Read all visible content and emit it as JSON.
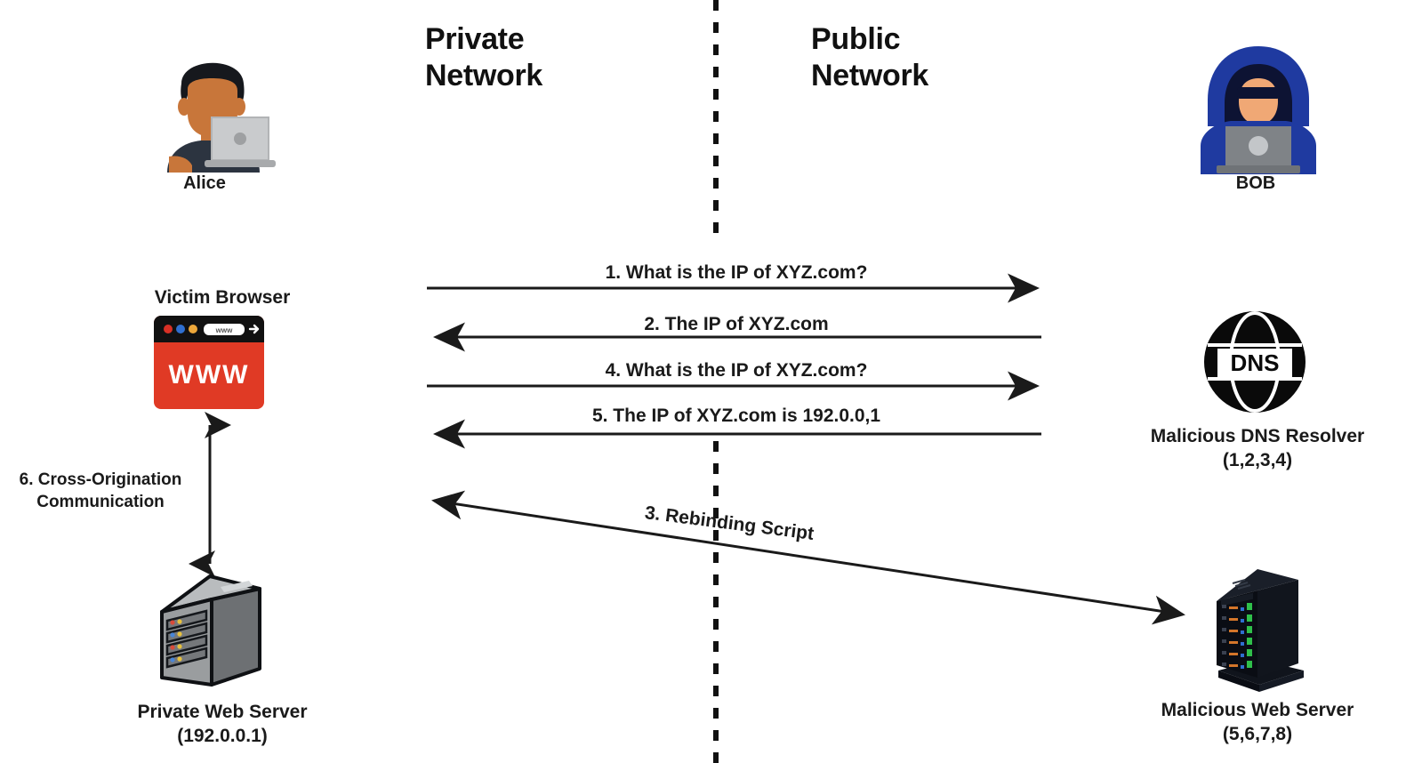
{
  "zones": {
    "private": "Private\nNetwork",
    "public": "Public\nNetwork"
  },
  "entities": {
    "alice": {
      "label": "Alice",
      "icon": "person-with-laptop-icon"
    },
    "bob": {
      "label": "BOB",
      "icon": "hacker-hoodie-icon"
    },
    "victim_browser": {
      "label": "Victim Browser",
      "icon": "web-browser-window-icon",
      "browser_url_text": "www",
      "browser_body_text": "WWW"
    },
    "private_web_server": {
      "label": "Private Web Server\n(192.0.0.1)",
      "icon": "server-tower-icon"
    },
    "dns_resolver": {
      "label": "Malicious DNS Resolver\n(1,2,3,4)",
      "icon": "dns-globe-icon",
      "icon_text": "DNS"
    },
    "malicious_web_server": {
      "label": "Malicious Web Server\n(5,6,7,8)",
      "icon": "server-rack-dark-icon"
    }
  },
  "messages": [
    {
      "id": "msg-1",
      "text": "1. What is the IP of XYZ.com?",
      "direction": "right"
    },
    {
      "id": "msg-2",
      "text": "2. The IP of XYZ.com",
      "direction": "left"
    },
    {
      "id": "msg-3",
      "text": "3. Rebinding Script",
      "direction": "both"
    },
    {
      "id": "msg-4",
      "text": "4. What is the IP of XYZ.com?",
      "direction": "right"
    },
    {
      "id": "msg-5",
      "text": "5. The IP of XYZ.com is 192.0.0,1",
      "direction": "left"
    },
    {
      "id": "msg-6",
      "text": "6. Cross-Origination\nCommunication",
      "direction": "both"
    }
  ],
  "colors": {
    "line": "#1a1a1a",
    "browser_red": "#e03a25",
    "browser_chrome": "#111111",
    "hoodie_blue": "#1f3aa0",
    "hoodie_shadow": "#0d1333",
    "skin_light": "#f0a875",
    "skin_dark": "#c8763a",
    "hair_dark": "#16181d",
    "shirt_navy": "#2c3440",
    "laptop_gray": "#c9cbcd",
    "server_gray": "#8d8f91",
    "server_dark": "#0a0d14",
    "text": "#1a1a1a"
  }
}
